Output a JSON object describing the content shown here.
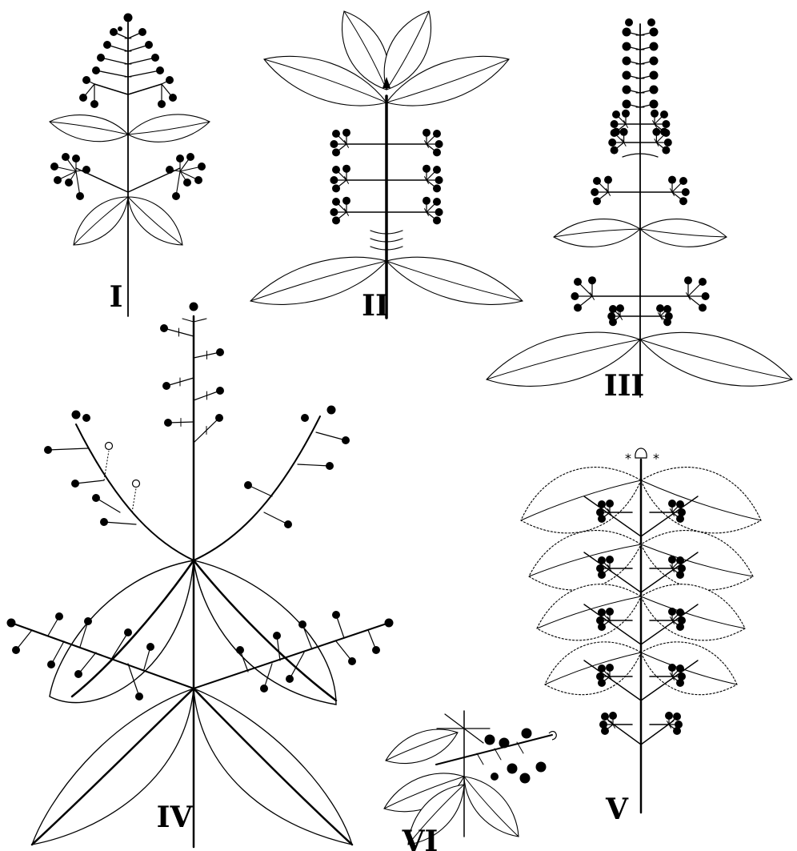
{
  "figure_labels": {
    "I": "I",
    "II": "II",
    "III": "III",
    "IV": "IV",
    "V": "V",
    "VI": "VI"
  },
  "fruit_color": "#000000",
  "background_color": "#ffffff"
}
